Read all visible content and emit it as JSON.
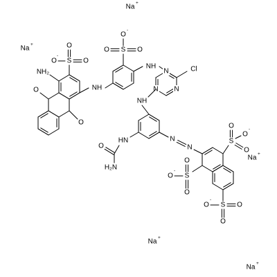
{
  "labels": {
    "na": "Na",
    "plus": "+",
    "minus": "-",
    "o": "O",
    "s": "S",
    "nh": "NH",
    "nh_hn": "HN",
    "n": "N",
    "cl": "Cl",
    "h2n": "H₂N",
    "nh2": "NH₂",
    "nh2_amino": "NH₂"
  },
  "structure": {
    "ions": [
      "Na+",
      "Na+",
      "Na+",
      "Na+",
      "Na+"
    ],
    "groups": [
      "SO3-",
      "SO3-",
      "SO3-",
      "SO3-",
      "SO3-"
    ],
    "substituents": [
      "Cl",
      "NH2",
      "H2N-C(=O)-NH",
      "N=N"
    ]
  }
}
